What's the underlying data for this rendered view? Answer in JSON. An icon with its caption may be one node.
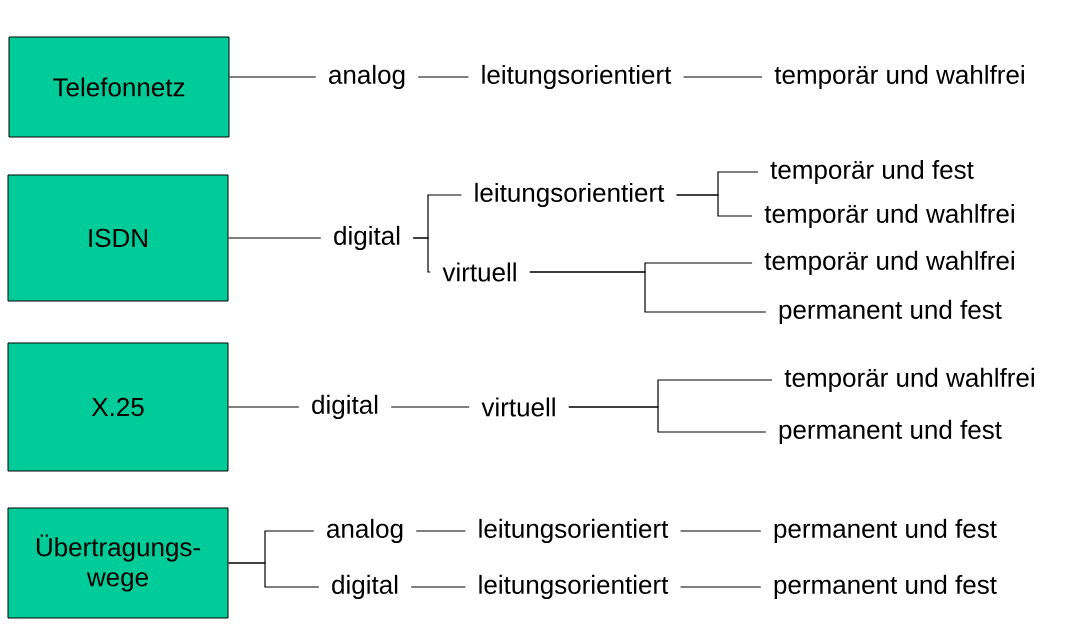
{
  "diagram": {
    "nodes": [
      {
        "text": [
          "Telefonnetz"
        ]
      },
      {
        "text": [
          "analog"
        ]
      },
      {
        "text": [
          "leitungsorientiert"
        ]
      },
      {
        "text": [
          "temporär und wahlfrei"
        ]
      },
      {
        "text": [
          "ISDN"
        ]
      },
      {
        "text": [
          "digital"
        ]
      },
      {
        "text": [
          "leitungsorientiert"
        ]
      },
      {
        "text": [
          "temporär und fest"
        ]
      },
      {
        "text": [
          "temporär und wahlfrei"
        ]
      },
      {
        "text": [
          "virtuell"
        ]
      },
      {
        "text": [
          "temporär und wahlfrei"
        ]
      },
      {
        "text": [
          "permanent und fest"
        ]
      },
      {
        "text": [
          "X.25"
        ]
      },
      {
        "text": [
          "digital"
        ]
      },
      {
        "text": [
          "virtuell"
        ]
      },
      {
        "text": [
          "temporär und wahlfrei"
        ]
      },
      {
        "text": [
          "permanent und fest"
        ]
      },
      {
        "text": [
          "Übertragungs- wege"
        ]
      },
      {
        "text": [
          "analog"
        ]
      },
      {
        "text": [
          "leitungsorientiert"
        ]
      },
      {
        "text": [
          "permanent und fest"
        ]
      },
      {
        "text": [
          "digital"
        ]
      },
      {
        "text": [
          "leitungsorientiert"
        ]
      },
      {
        "text": [
          "permanent und fest"
        ]
      }
    ],
    "edges": [
      {
        "from": 0,
        "to": 1,
        "arrow": "none"
      },
      {
        "from": 1,
        "to": 2,
        "arrow": "none"
      },
      {
        "from": 2,
        "to": 3,
        "arrow": "none"
      },
      {
        "from": 4,
        "to": 5,
        "arrow": "none"
      },
      {
        "from": 5,
        "to": 6,
        "arrow": "none"
      },
      {
        "from": 5,
        "to": 9,
        "arrow": "none"
      },
      {
        "from": 6,
        "to": 7,
        "arrow": "none"
      },
      {
        "from": 6,
        "to": 8,
        "arrow": "none"
      },
      {
        "from": 9,
        "to": 10,
        "arrow": "none"
      },
      {
        "from": 9,
        "to": 11,
        "arrow": "none"
      },
      {
        "from": 12,
        "to": 13,
        "arrow": "none"
      },
      {
        "from": 13,
        "to": 14,
        "arrow": "none"
      },
      {
        "from": 14,
        "to": 15,
        "arrow": "none"
      },
      {
        "from": 14,
        "to": 16,
        "arrow": "none"
      },
      {
        "from": 17,
        "to": 18,
        "arrow": "none"
      },
      {
        "from": 17,
        "to": 21,
        "arrow": "none"
      },
      {
        "from": 18,
        "to": 19,
        "arrow": "none"
      },
      {
        "from": 19,
        "to": 20,
        "arrow": "none"
      },
      {
        "from": 21,
        "to": 22,
        "arrow": "none"
      },
      {
        "from": 22,
        "to": 23,
        "arrow": "none"
      }
    ]
  }
}
